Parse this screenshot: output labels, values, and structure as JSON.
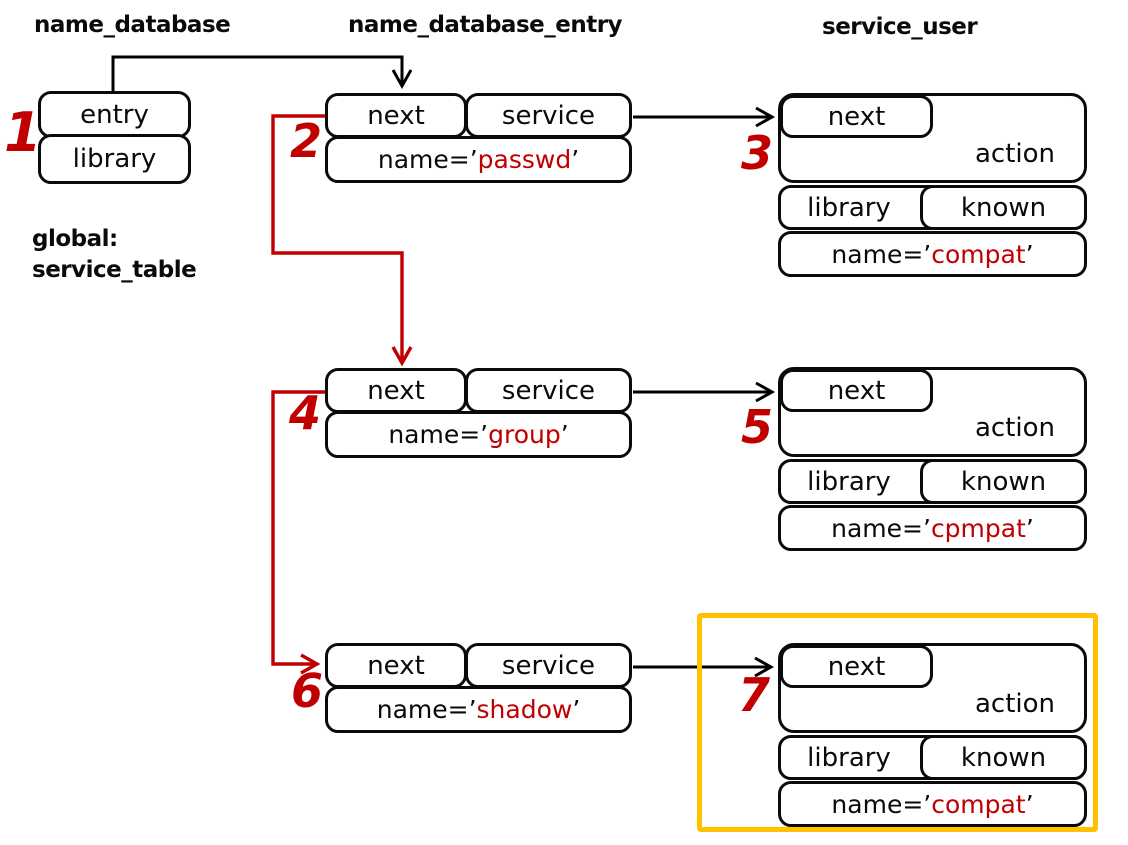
{
  "title_labels": {
    "name_database": "name_database",
    "name_database_entry": "name_database_entry",
    "service_user": "service_user"
  },
  "global_label": {
    "line1": "global:",
    "line2": "service_table"
  },
  "step_numbers": [
    "1",
    "2",
    "3",
    "4",
    "5",
    "6",
    "7"
  ],
  "db_box": {
    "entry": "entry",
    "library": "library"
  },
  "entries": [
    {
      "next": "next",
      "service": "service",
      "name_prefix": "name=’",
      "name_value": "passwd",
      "name_suffix": "’"
    },
    {
      "next": "next",
      "service": "service",
      "name_prefix": "name=’",
      "name_value": "group",
      "name_suffix": "’"
    },
    {
      "next": "next",
      "service": "service",
      "name_prefix": "name=’",
      "name_value": "shadow",
      "name_suffix": "’"
    }
  ],
  "users": [
    {
      "next": "next",
      "action": "action",
      "library": "library",
      "known": "known",
      "name_prefix": "name=’",
      "name_value": "compat",
      "name_suffix": "’"
    },
    {
      "next": "next",
      "action": "action",
      "library": "library",
      "known": "known",
      "name_prefix": "name=’",
      "name_value": "cpmpat",
      "name_suffix": "’"
    },
    {
      "next": "next",
      "action": "action",
      "library": "library",
      "known": "known",
      "name_prefix": "name=’",
      "name_value": "compat",
      "name_suffix": "’"
    }
  ],
  "colors": {
    "accent_red": "#C00000",
    "highlight_orange": "#FFC000",
    "line_black": "#000000"
  }
}
